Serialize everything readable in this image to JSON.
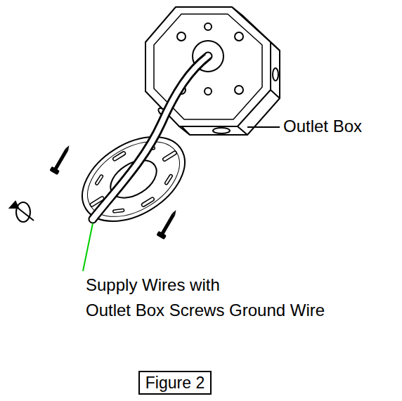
{
  "diagram": {
    "nodes": [
      {
        "text": [
          "Figure 2"
        ]
      }
    ],
    "labels": [
      "Outlet Box",
      "Supply Wires with",
      "Outlet Box Screws Ground Wire"
    ]
  }
}
